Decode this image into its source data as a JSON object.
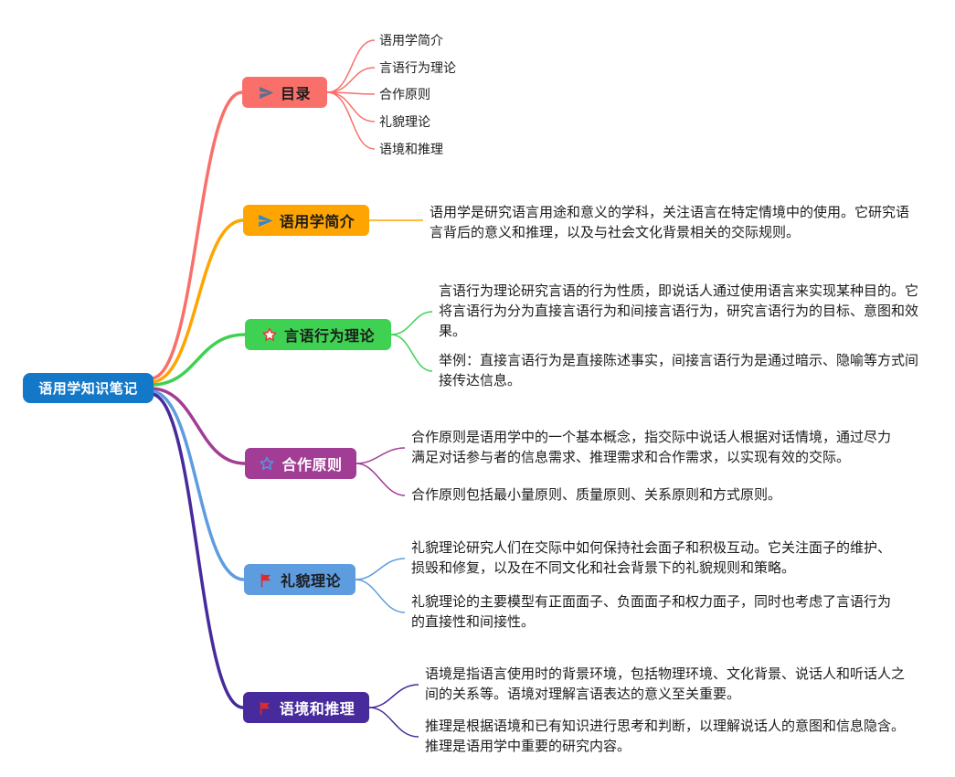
{
  "root": {
    "label": "语用学知识笔记",
    "color": "#1478c8",
    "text_color": "#ffffff"
  },
  "branches": [
    {
      "label": "目录",
      "color": "#f9706b",
      "text_color": "#1c1c1c",
      "icon": "paper-plane",
      "icon_color": "#56718f",
      "items": [
        "语用学简介",
        "言语行为理论",
        "合作原则",
        "礼貌理论",
        "语境和推理"
      ]
    },
    {
      "label": "语用学简介",
      "color": "#ffa502",
      "text_color": "#1c1c1c",
      "icon": "paper-plane",
      "icon_color": "#2e86d9",
      "notes": [
        "语用学是研究语言用途和意义的学科，关注语言在特定情境中的使用。它研究语言背后的意义和推理，以及与社会文化背景相关的交际规则。"
      ]
    },
    {
      "label": "言语行为理论",
      "color": "#3ed152",
      "text_color": "#1c1c1c",
      "icon": "star",
      "icon_color": "#e03b3b",
      "notes": [
        "言语行为理论研究言语的行为性质，即说话人通过使用语言来实现某种目的。它将言语行为分为直接言语行为和间接言语行为，研究言语行为的目标、意图和效果。",
        "举例：直接言语行为是直接陈述事实，间接言语行为是通过暗示、隐喻等方式间接传达信息。"
      ]
    },
    {
      "label": "合作原则",
      "color": "#a13d94",
      "text_color": "#ffffff",
      "icon": "star-outline",
      "icon_color": "#4a9be8",
      "notes": [
        "合作原则是语用学中的一个基本概念，指交际中说话人根据对话情境，通过尽力满足对话参与者的信息需求、推理需求和合作需求，以实现有效的交际。",
        "合作原则包括最小量原则、质量原则、关系原则和方式原则。"
      ]
    },
    {
      "label": "礼貌理论",
      "color": "#5d9cdf",
      "text_color": "#1c1c1c",
      "icon": "flag",
      "icon_color": "#e02a2a",
      "notes": [
        "礼貌理论研究人们在交际中如何保持社会面子和积极互动。它关注面子的维护、损毁和修复，以及在不同文化和社会背景下的礼貌规则和策略。",
        "礼貌理论的主要模型有正面面子、负面面子和权力面子，同时也考虑了言语行为的直接性和间接性。"
      ]
    },
    {
      "label": "语境和推理",
      "color": "#472a9b",
      "text_color": "#ffffff",
      "icon": "flag",
      "icon_color": "#e02a2a",
      "notes": [
        "语境是指语言使用时的背景环境，包括物理环境、文化背景、说话人和听话人之间的关系等。语境对理解言语表达的意义至关重要。",
        "推理是根据语境和已有知识进行思考和判断，以理解说话人的意图和信息隐含。推理是语用学中重要的研究内容。"
      ]
    }
  ]
}
